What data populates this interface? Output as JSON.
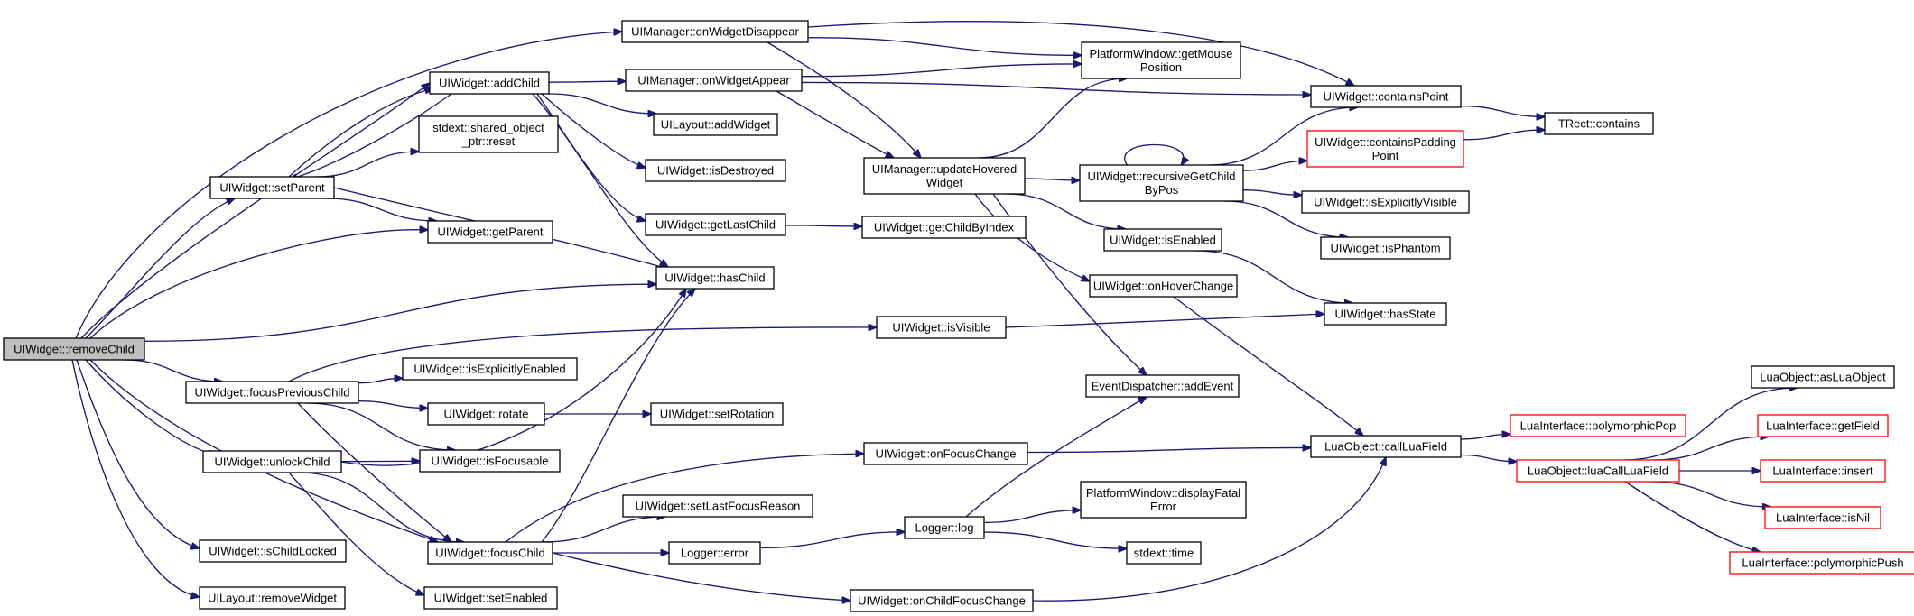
{
  "graph": {
    "nodes": [
      {
        "id": "removeChild",
        "lines": [
          "UIWidget::removeChild"
        ],
        "kind": "root"
      },
      {
        "id": "setParent",
        "lines": [
          "UIWidget::setParent"
        ]
      },
      {
        "id": "addChild",
        "lines": [
          "UIWidget::addChild"
        ]
      },
      {
        "id": "sharedReset",
        "lines": [
          "stdext::shared_object",
          "_ptr::reset"
        ]
      },
      {
        "id": "getParent",
        "lines": [
          "UIWidget::getParent"
        ]
      },
      {
        "id": "focusPreviousChild",
        "lines": [
          "UIWidget::focusPreviousChild"
        ]
      },
      {
        "id": "unlockChild",
        "lines": [
          "UIWidget::unlockChild"
        ]
      },
      {
        "id": "isChildLocked",
        "lines": [
          "UIWidget::isChildLocked"
        ]
      },
      {
        "id": "layoutRemoveWidget",
        "lines": [
          "UILayout::removeWidget"
        ]
      },
      {
        "id": "onWidgetDisappear",
        "lines": [
          "UIManager::onWidgetDisappear"
        ]
      },
      {
        "id": "onWidgetAppear",
        "lines": [
          "UIManager::onWidgetAppear"
        ]
      },
      {
        "id": "layoutAddWidget",
        "lines": [
          "UILayout::addWidget"
        ]
      },
      {
        "id": "isDestroyed",
        "lines": [
          "UIWidget::isDestroyed"
        ]
      },
      {
        "id": "getLastChild",
        "lines": [
          "UIWidget::getLastChild"
        ]
      },
      {
        "id": "hasChild",
        "lines": [
          "UIWidget::hasChild"
        ]
      },
      {
        "id": "isExplicitlyEnabled",
        "lines": [
          "UIWidget::isExplicitlyEnabled"
        ]
      },
      {
        "id": "rotate",
        "lines": [
          "UIWidget::rotate"
        ]
      },
      {
        "id": "isFocusable",
        "lines": [
          "UIWidget::isFocusable"
        ]
      },
      {
        "id": "setLastFocusReason",
        "lines": [
          "UIWidget::setLastFocusReason"
        ]
      },
      {
        "id": "focusChild",
        "lines": [
          "UIWidget::focusChild"
        ]
      },
      {
        "id": "setEnabled",
        "lines": [
          "UIWidget::setEnabled"
        ]
      },
      {
        "id": "setRotation",
        "lines": [
          "UIWidget::setRotation"
        ]
      },
      {
        "id": "loggerError",
        "lines": [
          "Logger::error"
        ]
      },
      {
        "id": "updateHovered",
        "lines": [
          "UIManager::updateHovered",
          "Widget"
        ]
      },
      {
        "id": "getChildByIndex",
        "lines": [
          "UIWidget::getChildByIndex"
        ]
      },
      {
        "id": "isVisible",
        "lines": [
          "UIWidget::isVisible"
        ]
      },
      {
        "id": "onFocusChange",
        "lines": [
          "UIWidget::onFocusChange"
        ]
      },
      {
        "id": "loggerLog",
        "lines": [
          "Logger::log"
        ]
      },
      {
        "id": "onChildFocusChange",
        "lines": [
          "UIWidget::onChildFocusChange"
        ]
      },
      {
        "id": "getMousePosition",
        "lines": [
          "PlatformWindow::getMouse",
          "Position"
        ]
      },
      {
        "id": "recursiveGetChildByPos",
        "lines": [
          "UIWidget::recursiveGetChild",
          "ByPos"
        ]
      },
      {
        "id": "isEnabled",
        "lines": [
          "UIWidget::isEnabled"
        ]
      },
      {
        "id": "onHoverChange",
        "lines": [
          "UIWidget::onHoverChange"
        ]
      },
      {
        "id": "addEvent",
        "lines": [
          "EventDispatcher::addEvent"
        ]
      },
      {
        "id": "displayFatalError",
        "lines": [
          "PlatformWindow::displayFatal",
          "Error"
        ]
      },
      {
        "id": "stdextTime",
        "lines": [
          "stdext::time"
        ]
      },
      {
        "id": "containsPoint",
        "lines": [
          "UIWidget::containsPoint"
        ]
      },
      {
        "id": "containsPaddingPoint",
        "lines": [
          "UIWidget::containsPadding",
          "Point"
        ],
        "kind": "truncated"
      },
      {
        "id": "isExplicitlyVisible",
        "lines": [
          "UIWidget::isExplicitlyVisible"
        ]
      },
      {
        "id": "isPhantom",
        "lines": [
          "UIWidget::isPhantom"
        ]
      },
      {
        "id": "hasState",
        "lines": [
          "UIWidget::hasState"
        ]
      },
      {
        "id": "callLuaField",
        "lines": [
          "LuaObject::callLuaField"
        ]
      },
      {
        "id": "trectContains",
        "lines": [
          "TRect::contains"
        ]
      },
      {
        "id": "polymorphicPop",
        "lines": [
          "LuaInterface::polymorphicPop"
        ],
        "kind": "truncated"
      },
      {
        "id": "luaCallLuaField",
        "lines": [
          "LuaObject::luaCallLuaField"
        ],
        "kind": "truncated"
      },
      {
        "id": "asLuaObject",
        "lines": [
          "LuaObject::asLuaObject"
        ]
      },
      {
        "id": "getField",
        "lines": [
          "LuaInterface::getField"
        ],
        "kind": "truncated"
      },
      {
        "id": "luaInsert",
        "lines": [
          "LuaInterface::insert"
        ],
        "kind": "truncated"
      },
      {
        "id": "isNil",
        "lines": [
          "LuaInterface::isNil"
        ],
        "kind": "truncated"
      },
      {
        "id": "polymorphicPush",
        "lines": [
          "LuaInterface::polymorphicPush"
        ],
        "kind": "truncated"
      }
    ],
    "edges": [
      [
        "removeChild",
        "onWidgetDisappear"
      ],
      [
        "removeChild",
        "addChild"
      ],
      [
        "removeChild",
        "setParent"
      ],
      [
        "removeChild",
        "getParent"
      ],
      [
        "removeChild",
        "hasChild"
      ],
      [
        "removeChild",
        "focusPreviousChild"
      ],
      [
        "removeChild",
        "unlockChild"
      ],
      [
        "removeChild",
        "focusChild"
      ],
      [
        "removeChild",
        "isChildLocked"
      ],
      [
        "removeChild",
        "layoutRemoveWidget"
      ],
      [
        "setParent",
        "addChild"
      ],
      [
        "setParent",
        "sharedReset"
      ],
      [
        "setParent",
        "getParent"
      ],
      [
        "setParent",
        "hasChild"
      ],
      [
        "addChild",
        "setParent"
      ],
      [
        "addChild",
        "onWidgetAppear"
      ],
      [
        "addChild",
        "layoutAddWidget"
      ],
      [
        "addChild",
        "isDestroyed"
      ],
      [
        "addChild",
        "getLastChild"
      ],
      [
        "addChild",
        "hasChild"
      ],
      [
        "onWidgetDisappear",
        "getMousePosition"
      ],
      [
        "onWidgetDisappear",
        "containsPoint"
      ],
      [
        "onWidgetDisappear",
        "updateHovered"
      ],
      [
        "onWidgetAppear",
        "getMousePosition"
      ],
      [
        "onWidgetAppear",
        "containsPoint"
      ],
      [
        "onWidgetAppear",
        "updateHovered"
      ],
      [
        "getLastChild",
        "getChildByIndex"
      ],
      [
        "focusPreviousChild",
        "isVisible"
      ],
      [
        "focusPreviousChild",
        "isExplicitlyEnabled"
      ],
      [
        "focusPreviousChild",
        "rotate"
      ],
      [
        "focusPreviousChild",
        "isFocusable"
      ],
      [
        "focusPreviousChild",
        "focusChild"
      ],
      [
        "rotate",
        "setRotation"
      ],
      [
        "unlockChild",
        "isFocusable"
      ],
      [
        "unlockChild",
        "hasChild"
      ],
      [
        "unlockChild",
        "focusChild"
      ],
      [
        "unlockChild",
        "setEnabled"
      ],
      [
        "focusChild",
        "hasChild"
      ],
      [
        "focusChild",
        "onFocusChange"
      ],
      [
        "focusChild",
        "setLastFocusReason"
      ],
      [
        "focusChild",
        "loggerError"
      ],
      [
        "focusChild",
        "onChildFocusChange"
      ],
      [
        "loggerError",
        "loggerLog"
      ],
      [
        "loggerLog",
        "addEvent"
      ],
      [
        "loggerLog",
        "displayFatalError"
      ],
      [
        "loggerLog",
        "stdextTime"
      ],
      [
        "updateHovered",
        "getMousePosition"
      ],
      [
        "updateHovered",
        "recursiveGetChildByPos"
      ],
      [
        "updateHovered",
        "isEnabled"
      ],
      [
        "updateHovered",
        "onHoverChange"
      ],
      [
        "updateHovered",
        "addEvent"
      ],
      [
        "recursiveGetChildByPos",
        "recursiveGetChildByPos"
      ],
      [
        "recursiveGetChildByPos",
        "containsPoint"
      ],
      [
        "recursiveGetChildByPos",
        "containsPaddingPoint"
      ],
      [
        "recursiveGetChildByPos",
        "isExplicitlyVisible"
      ],
      [
        "recursiveGetChildByPos",
        "isPhantom"
      ],
      [
        "isEnabled",
        "hasState"
      ],
      [
        "isVisible",
        "hasState"
      ],
      [
        "onHoverChange",
        "callLuaField"
      ],
      [
        "onFocusChange",
        "callLuaField"
      ],
      [
        "onChildFocusChange",
        "callLuaField"
      ],
      [
        "containsPoint",
        "trectContains"
      ],
      [
        "containsPaddingPoint",
        "trectContains"
      ],
      [
        "callLuaField",
        "polymorphicPop"
      ],
      [
        "callLuaField",
        "luaCallLuaField"
      ],
      [
        "luaCallLuaField",
        "asLuaObject"
      ],
      [
        "luaCallLuaField",
        "getField"
      ],
      [
        "luaCallLuaField",
        "luaInsert"
      ],
      [
        "luaCallLuaField",
        "isNil"
      ],
      [
        "luaCallLuaField",
        "polymorphicPush"
      ]
    ]
  }
}
